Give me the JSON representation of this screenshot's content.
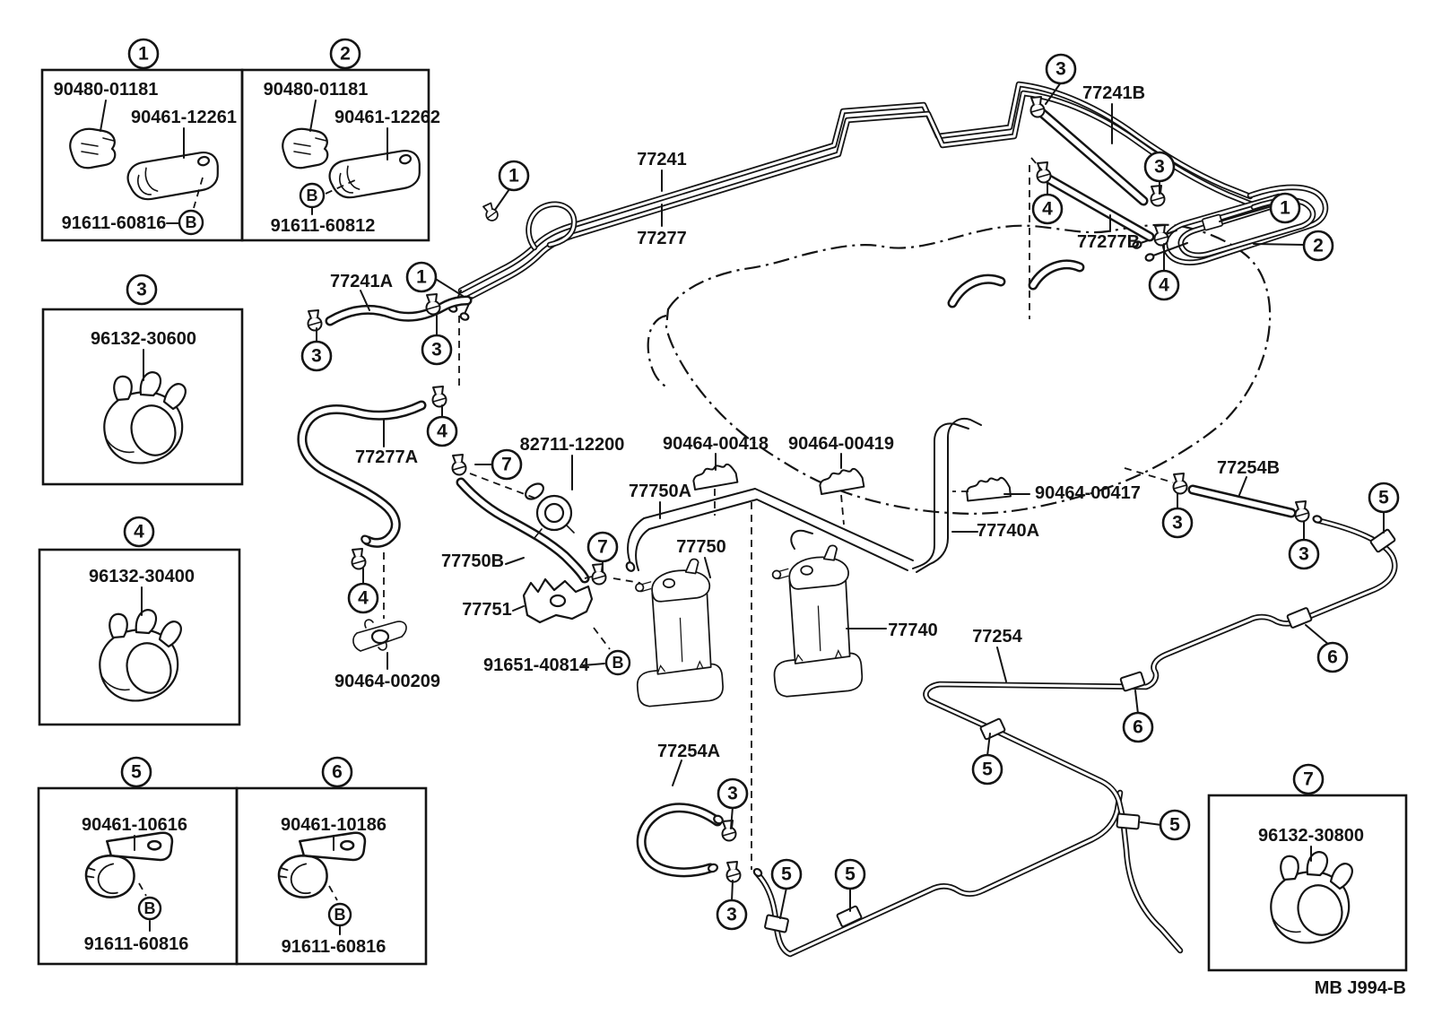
{
  "footer": {
    "code": "MB  J994-B"
  },
  "nums": {
    "c1": "1",
    "c2": "2",
    "c3": "3",
    "c4": "4",
    "c5": "5",
    "c6": "6",
    "c7": "7",
    "b": "B"
  },
  "boxes": {
    "box1": {
      "part_top": "90480-01181",
      "part_mid": "90461-12261",
      "part_bottom": "91611-60816"
    },
    "box2": {
      "part_top": "90480-01181",
      "part_mid": "90461-12262",
      "part_bottom": "91611-60812"
    },
    "box3": {
      "part": "96132-30600"
    },
    "box4": {
      "part": "96132-30400"
    },
    "box5": {
      "part_top": "90461-10616",
      "part_bottom": "91611-60816"
    },
    "box6": {
      "part_top": "90461-10186",
      "part_bottom": "91611-60816"
    },
    "box7": {
      "part": "96132-30800"
    }
  },
  "labels": {
    "p77241": "77241",
    "p77277": "77277",
    "p77241A": "77241A",
    "p77241B": "77241B",
    "p77277A": "77277A",
    "p77277B": "77277B",
    "p82711_12200": "82711-12200",
    "p90464_00418": "90464-00418",
    "p90464_00419": "90464-00419",
    "p90464_00417": "90464-00417",
    "p90464_00209": "90464-00209",
    "p91651_40814": "91651-40814",
    "p77750A": "77750A",
    "p77750B": "77750B",
    "p77750": "77750",
    "p77751": "77751",
    "p77740A": "77740A",
    "p77740": "77740",
    "p77254": "77254",
    "p77254A": "77254A",
    "p77254B": "77254B"
  }
}
